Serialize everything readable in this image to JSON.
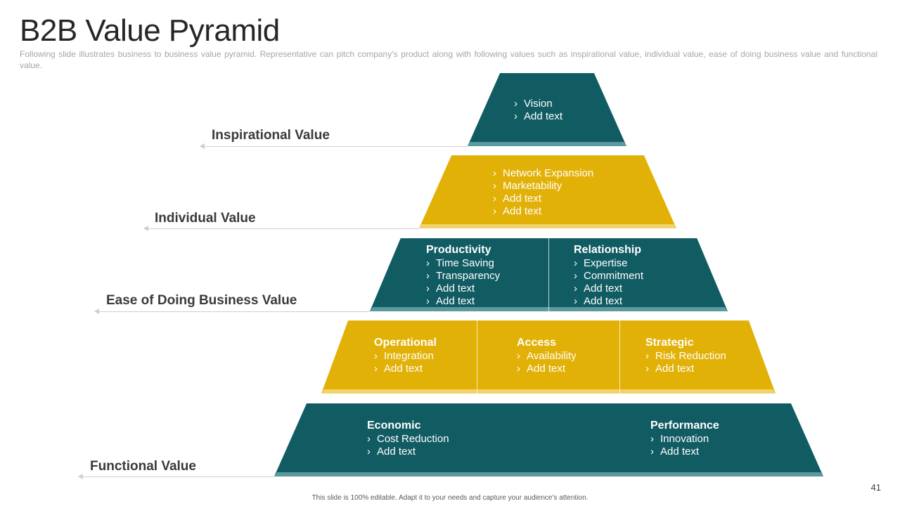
{
  "title": "B2B Value Pyramid",
  "subtitle": "Following slide illustrates business to business value  pyramid. Representative  can pitch company’s product along with following values such as inspirational value, individual value, ease of doing business value and functional value.",
  "colors": {
    "teal": "#115c63",
    "gold": "#e2b108",
    "bullet_icon": "chevron-right-icon"
  },
  "levels": [
    {
      "label": "Inspirational Value",
      "columns": [
        {
          "heading": "",
          "items": [
            "Vision",
            "Add text"
          ]
        }
      ]
    },
    {
      "label": "Individual Value",
      "columns": [
        {
          "heading": "",
          "items": [
            "Network Expansion",
            "Marketability",
            "Add text",
            "Add text"
          ]
        }
      ]
    },
    {
      "label": "Ease of Doing Business Value",
      "columns": [
        {
          "heading": "Productivity",
          "items": [
            "Time Saving",
            "Transparency",
            "Add text",
            "Add text"
          ]
        },
        {
          "heading": "Relationship",
          "items": [
            "Expertise",
            "Commitment",
            "Add text",
            "Add text"
          ]
        }
      ]
    },
    {
      "label": "",
      "columns": [
        {
          "heading": "Operational",
          "items": [
            "Integration",
            "Add text"
          ]
        },
        {
          "heading": "Access",
          "items": [
            "Availability",
            "Add text"
          ]
        },
        {
          "heading": "Strategic",
          "items": [
            "Risk Reduction",
            "Add text"
          ]
        }
      ]
    },
    {
      "label": "Functional Value",
      "columns": [
        {
          "heading": "Economic",
          "items": [
            "Cost Reduction",
            "Add text"
          ]
        },
        {
          "heading": "Performance",
          "items": [
            "Innovation",
            "Add text"
          ]
        }
      ]
    }
  ],
  "page_number": "41",
  "footer": "This slide is 100% editable. Adapt it to your needs and capture your audience’s attention."
}
